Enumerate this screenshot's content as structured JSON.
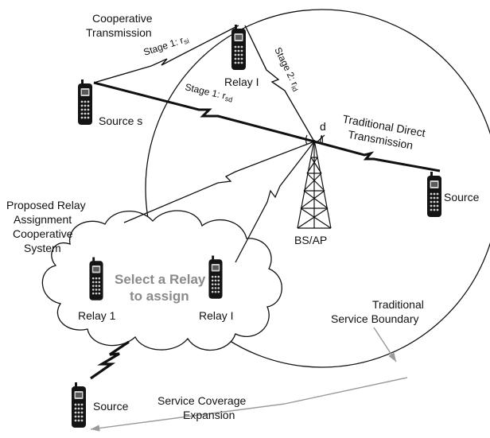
{
  "labels": {
    "cooperative_transmission_1": "Cooperative",
    "cooperative_transmission_2": "Transmission",
    "stage1_si": "Stage 1: r",
    "stage1_si_sub": "si",
    "stage1_sd": "Stage 1:  r",
    "stage1_sd_sub": "sd",
    "stage2_id": "Stage 2:  r",
    "stage2_id_sub": "id",
    "relay_i_top": "Relay I",
    "source_s": "Source s",
    "d_label": "d",
    "traditional_direct_1": "Traditional Direct",
    "traditional_direct_2": "Transmission",
    "source_right": "Source",
    "proposed_1": "Proposed Relay",
    "proposed_2": "Assignment",
    "proposed_3": "Cooperative",
    "proposed_4": "System",
    "bs_ap": "BS/AP",
    "select_relay_1": "Select a Relay",
    "select_relay_2": "to assign",
    "relay_1": "Relay 1",
    "relay_i_bottom": "Relay I",
    "traditional_boundary_1": "Traditional",
    "traditional_boundary_2": "Service Boundary",
    "source_bottom": "Source",
    "coverage_1": "Service Coverage",
    "coverage_2": "Expansion"
  },
  "colors": {
    "line": "#111111",
    "arrow_gray": "#9a9a9a",
    "cloud_text": "#8a8a8a"
  }
}
